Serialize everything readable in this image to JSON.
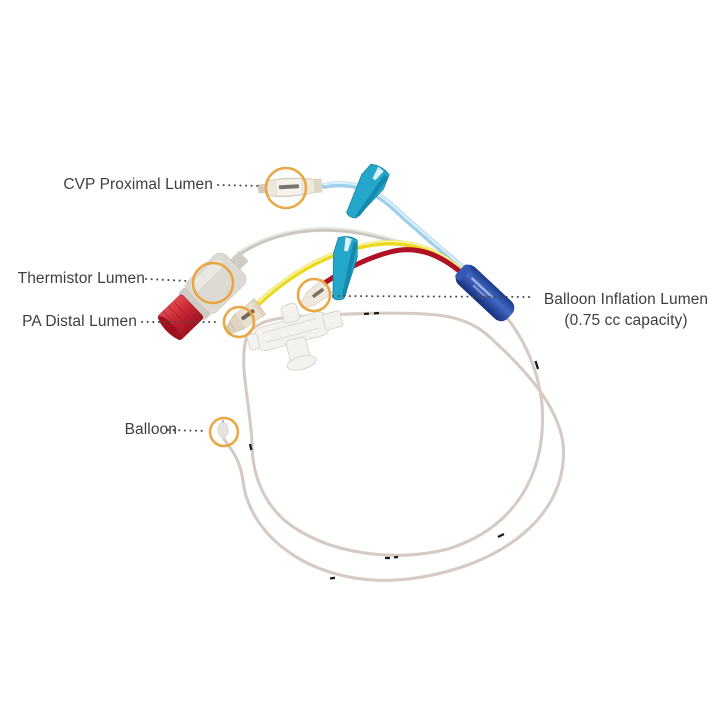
{
  "annotations": [
    {
      "id": "cvp-proximal-lumen",
      "text": "CVP Proximal Lumen"
    },
    {
      "id": "thermistor-lumen",
      "text": "Thermistor Lumen"
    },
    {
      "id": "pa-distal-lumen",
      "text": "PA Distal Lumen"
    },
    {
      "id": "balloon-inflation-lumen",
      "text": "Balloon Inflation Lumen",
      "subtext": "(0.75 cc capacity)"
    },
    {
      "id": "balloon",
      "text": "Balloon"
    }
  ],
  "colors": {
    "background": "#FFFFFF",
    "label_text": "#3E3E3E",
    "leader": "#4A4A4A",
    "highlight_ring": "#E9A23B",
    "cvp_tube": "#9DCFEC",
    "cvp_tube_highlight": "#DCEFFA",
    "clamp": "#25A7CB",
    "clamp_dark": "#0E82A6",
    "thermistor_cable": "#CAC7C1",
    "thermistor_body": "#DDDAD4",
    "thermistor_cap": "#C42430",
    "pa_tube": "#ECD81D",
    "balloon_tube": "#B11124",
    "sleeve_blue": "#2A4A9E",
    "catheter": "#D5CBC2",
    "marking": "#1B1B1B",
    "hub_tan": "#DFD5C2",
    "hub_white": "#EEE9DC"
  }
}
